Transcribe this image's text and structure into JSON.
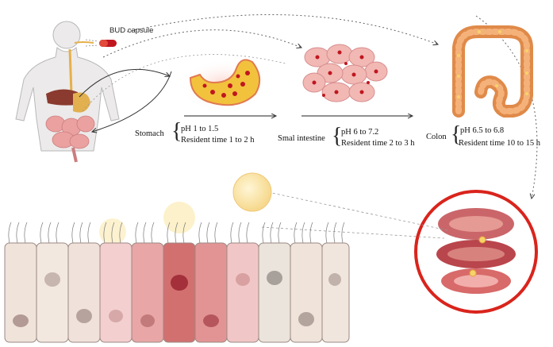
{
  "capsule_label": "BUD capsule",
  "stages": [
    {
      "organ": "Stomach",
      "ph": "pH 1 to 1.5",
      "resident": "Resident time 1 to 2 h"
    },
    {
      "organ": "Smal intestine",
      "ph": "pH 6 to 7.2",
      "resident": "Resident time 2 to 3 h"
    },
    {
      "organ": "Colon",
      "ph": "pH 6.5 to 6.8",
      "resident": "Resident time 10 to 15 h"
    }
  ],
  "colors": {
    "organ_pink": "#f2b8b4",
    "stomach_yellow": "#f0c23a",
    "drug_red": "#c0161f",
    "colon_orange": "#e08a4a",
    "cell_pale": "#f0e4dc",
    "cell_inflamed": "#d27070",
    "highlight_circle": "#d9241c",
    "particle": "#fbe6a6"
  }
}
